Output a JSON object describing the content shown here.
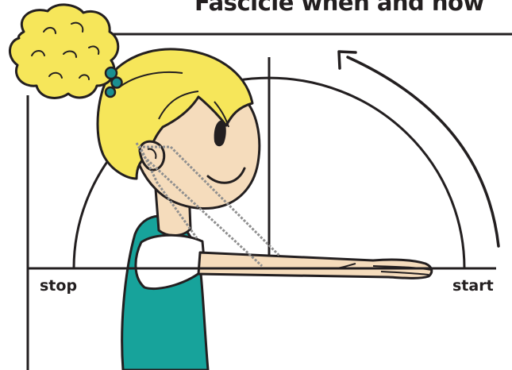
{
  "title": "Fascicle when and how",
  "labels": {
    "stop": "stop",
    "start": "start"
  },
  "colors": {
    "line": "#231f20",
    "hair": "#f6e65a",
    "skin": "#f5dcbc",
    "shirt": "#17a39b",
    "hair_tie": "#1b8f90",
    "guide_dotted": "#8f8f8f"
  },
  "icons": {
    "motion_arrow": "curved-arrow-counterclockwise-icon",
    "figure": "child-arm-raise-illustration"
  }
}
